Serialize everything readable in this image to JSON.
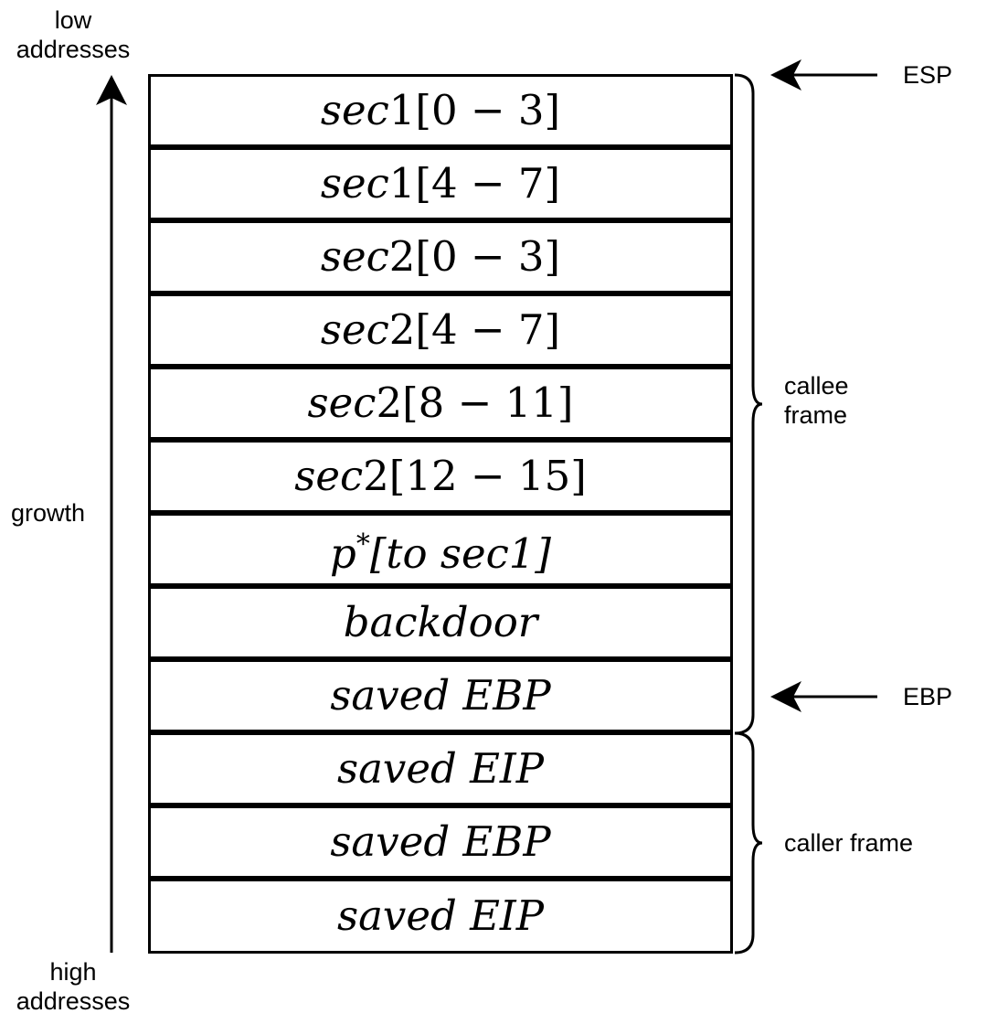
{
  "axis": {
    "top_label_line1": "low",
    "top_label_line2": "addresses",
    "middle_label": "growth",
    "bottom_label_line1": "high",
    "bottom_label_line2": "addresses"
  },
  "cells": [
    {
      "var": "sec",
      "rest": "1[0 − 3]"
    },
    {
      "var": "sec",
      "rest": "1[4 − 7]"
    },
    {
      "var": "sec",
      "rest": "2[0 − 3]"
    },
    {
      "var": "sec",
      "rest": "2[4 − 7]"
    },
    {
      "var": "sec",
      "rest": "2[8 − 11]"
    },
    {
      "var": "sec",
      "rest": "2[12 − 15]"
    },
    {
      "var": "p",
      "sup": "*",
      "rest": "[to sec1]"
    },
    {
      "var": "backdoor",
      "rest": ""
    },
    {
      "var": "saved EBP",
      "rest": ""
    },
    {
      "var": "saved EIP",
      "rest": ""
    },
    {
      "var": "saved EBP",
      "rest": ""
    },
    {
      "var": "saved EIP",
      "rest": ""
    }
  ],
  "pointers": {
    "esp": "ESP",
    "ebp": "EBP"
  },
  "frames": {
    "callee_line1": "callee",
    "callee_line2": "frame",
    "caller": "caller frame"
  }
}
